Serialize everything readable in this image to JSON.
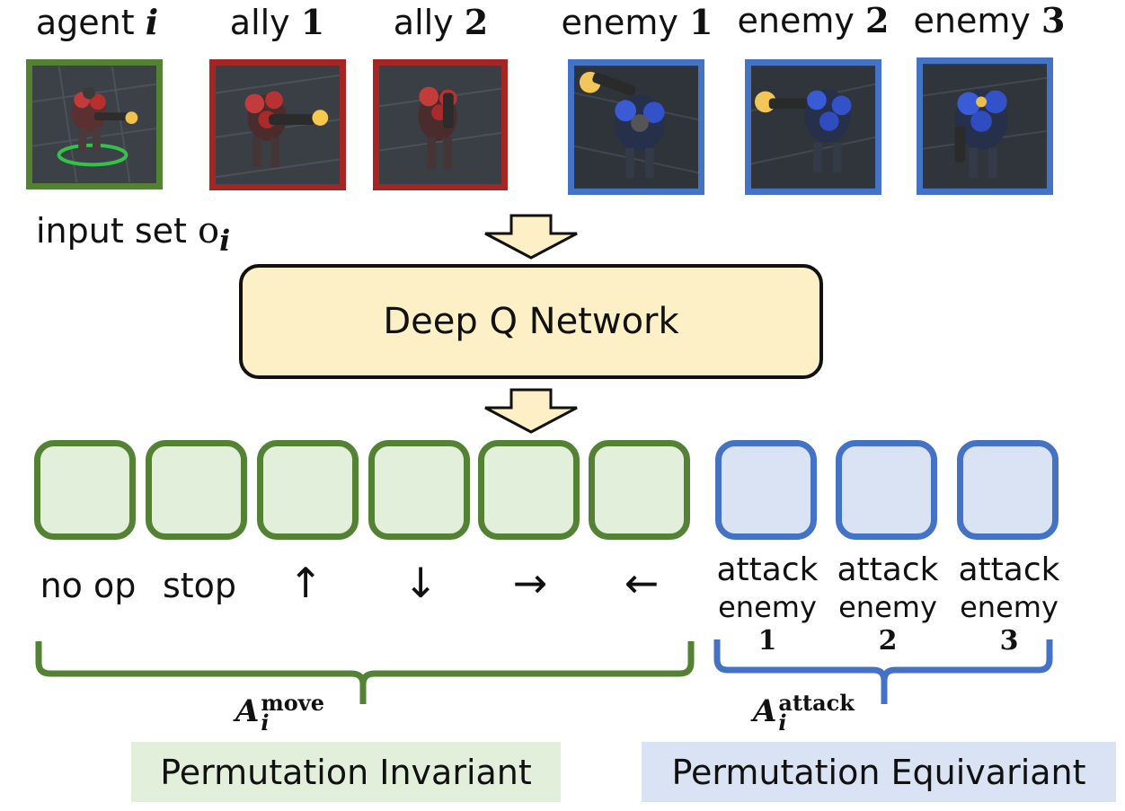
{
  "units": [
    {
      "name": "agent",
      "index": "i",
      "type": "agent",
      "border_color": "#548235"
    },
    {
      "name": "ally",
      "index": "1",
      "type": "ally",
      "border_color": "#a52424"
    },
    {
      "name": "ally",
      "index": "2",
      "type": "ally",
      "border_color": "#a52424"
    },
    {
      "name": "enemy",
      "index": "1",
      "type": "enemy",
      "border_color": "#4472c4"
    },
    {
      "name": "enemy",
      "index": "2",
      "type": "enemy",
      "border_color": "#4472c4"
    },
    {
      "name": "enemy",
      "index": "3",
      "type": "enemy",
      "border_color": "#4472c4"
    }
  ],
  "input_set": {
    "text": "input set ",
    "symbol": "o",
    "subscript": "i"
  },
  "network": {
    "label": "Deep Q Network",
    "fill": "#fdf0c6"
  },
  "move_actions": [
    "no op",
    "stop",
    "↑",
    "↓",
    "→",
    "←"
  ],
  "attack_actions": [
    {
      "line1": "attack",
      "line2": "enemy",
      "line3": "1"
    },
    {
      "line1": "attack",
      "line2": "enemy",
      "line3": "2"
    },
    {
      "line1": "attack",
      "line2": "enemy",
      "line3": "3"
    }
  ],
  "move_set": {
    "symbol": "A",
    "superscript": "move",
    "subscript": "i"
  },
  "attack_set": {
    "symbol": "A",
    "superscript": "attack",
    "subscript": "i"
  },
  "bands": {
    "invariant": {
      "label": "Permutation Invariant",
      "fill": "#e2efda"
    },
    "equivariant": {
      "label": "Permutation Equivariant",
      "fill": "#dae3f3"
    }
  },
  "colors": {
    "move": "#548235",
    "move_fill": "#e2efda",
    "attack": "#4472c4",
    "attack_fill": "#dae3f3"
  }
}
